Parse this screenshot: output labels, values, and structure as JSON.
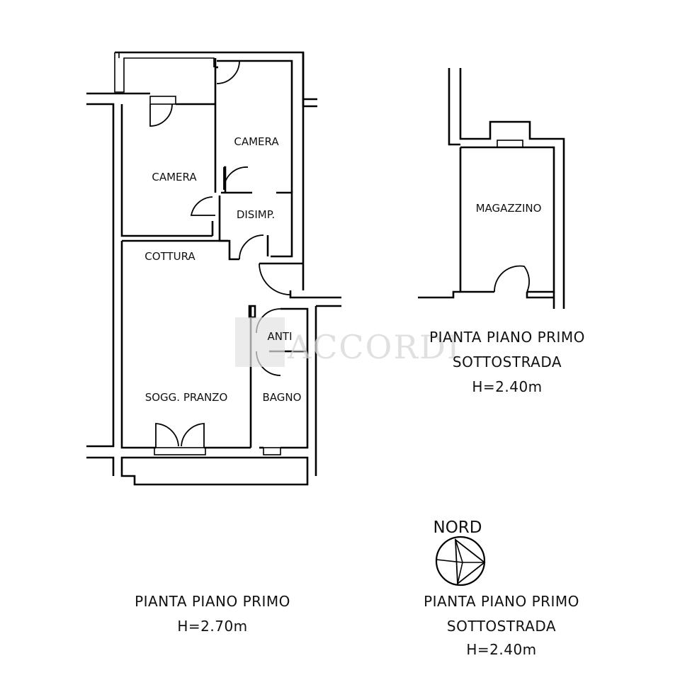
{
  "rooms": {
    "camera_1": "CAMERA",
    "camera_2": "CAMERA",
    "disimpegno": "DISIMP.",
    "cottura": "COTTURA",
    "anti": "ANTI",
    "bagno": "BAGNO",
    "soggiorno": "SOGG. PRANZO",
    "magazzino": "MAGAZZINO"
  },
  "captions": {
    "upper_right": {
      "line1": "PIANTA PIANO PRIMO",
      "line2": "SOTTOSTRADA",
      "line3": "H=2.40m"
    },
    "bottom_left": {
      "line1": "PIANTA PIANO PRIMO",
      "line2": "H=2.70m"
    },
    "bottom_right": {
      "line1": "PIANTA PIANO PRIMO",
      "line2": "SOTTOSTRADA",
      "line3": "H=2.40m"
    }
  },
  "compass": {
    "label": "NORD"
  },
  "watermark": {
    "text": "ACCORDI"
  },
  "colors": {
    "ink": "#000000",
    "background": "#ffffff",
    "watermark": "#d6d6d6"
  }
}
